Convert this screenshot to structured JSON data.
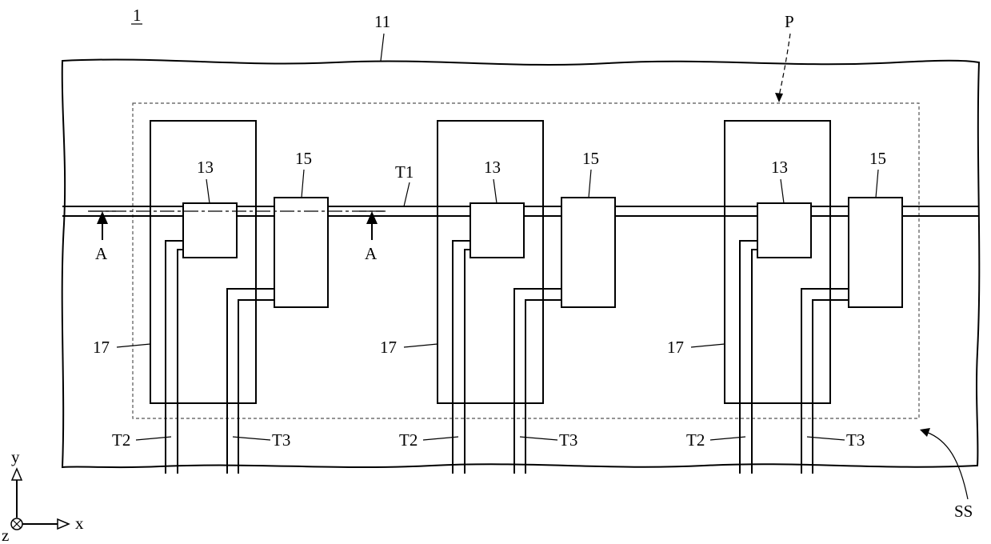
{
  "figure_label": "1",
  "labels": {
    "substrate": "11",
    "region": "P",
    "sensing_structure": "SS",
    "trace_t1": "T1",
    "trace_t2": "T2",
    "trace_t3": "T3",
    "pad_17": "17",
    "element_13": "13",
    "element_15": "15",
    "section_mark": "A"
  },
  "axes": {
    "x": "x",
    "y": "y",
    "z": "z"
  }
}
